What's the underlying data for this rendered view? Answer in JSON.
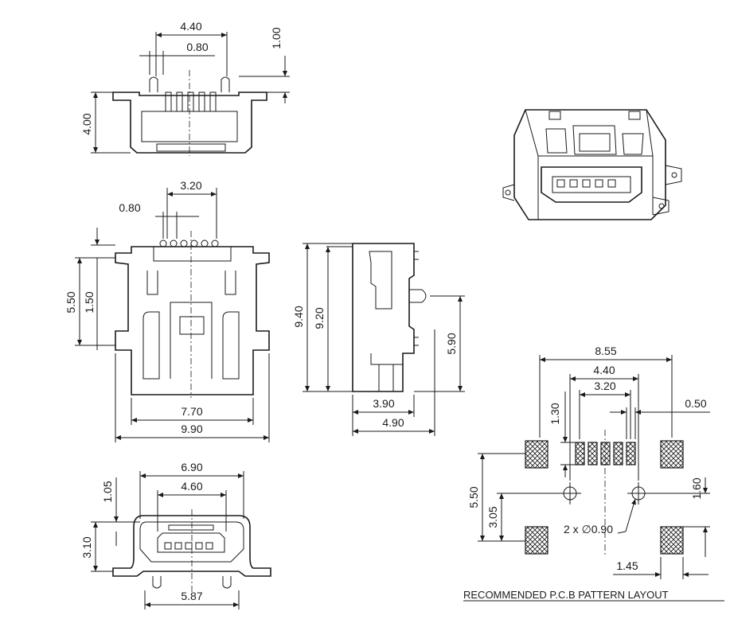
{
  "top_view": {
    "dims": {
      "width_440": "4.40",
      "pitch_080": "0.80",
      "height_100": "1.00",
      "height_400": "4.00"
    }
  },
  "plan_view": {
    "dims": {
      "width_320": "3.20",
      "pitch_080": "0.80",
      "height_550": "5.50",
      "height_150": "1.50",
      "width_770": "7.70",
      "width_990": "9.90"
    }
  },
  "side_view": {
    "dims": {
      "height_940": "9.40",
      "height_920": "9.20",
      "height_590": "5.90",
      "width_390": "3.90",
      "width_490": "4.90"
    }
  },
  "front_view": {
    "dims": {
      "width_690": "6.90",
      "width_460": "4.60",
      "height_105": "1.05",
      "height_310": "3.10",
      "width_587": "5.87"
    }
  },
  "pcb_layout": {
    "title": "RECOMMENDED P.C.B PATTERN LAYOUT",
    "dims": {
      "width_855": "8.55",
      "width_440": "4.40",
      "width_320": "3.20",
      "height_130": "1.30",
      "width_050": "0.50",
      "height_550": "5.50",
      "height_305": "3.05",
      "hole_label": "2 x ∅0.90",
      "height_160": "1.60",
      "width_145": "1.45"
    }
  }
}
